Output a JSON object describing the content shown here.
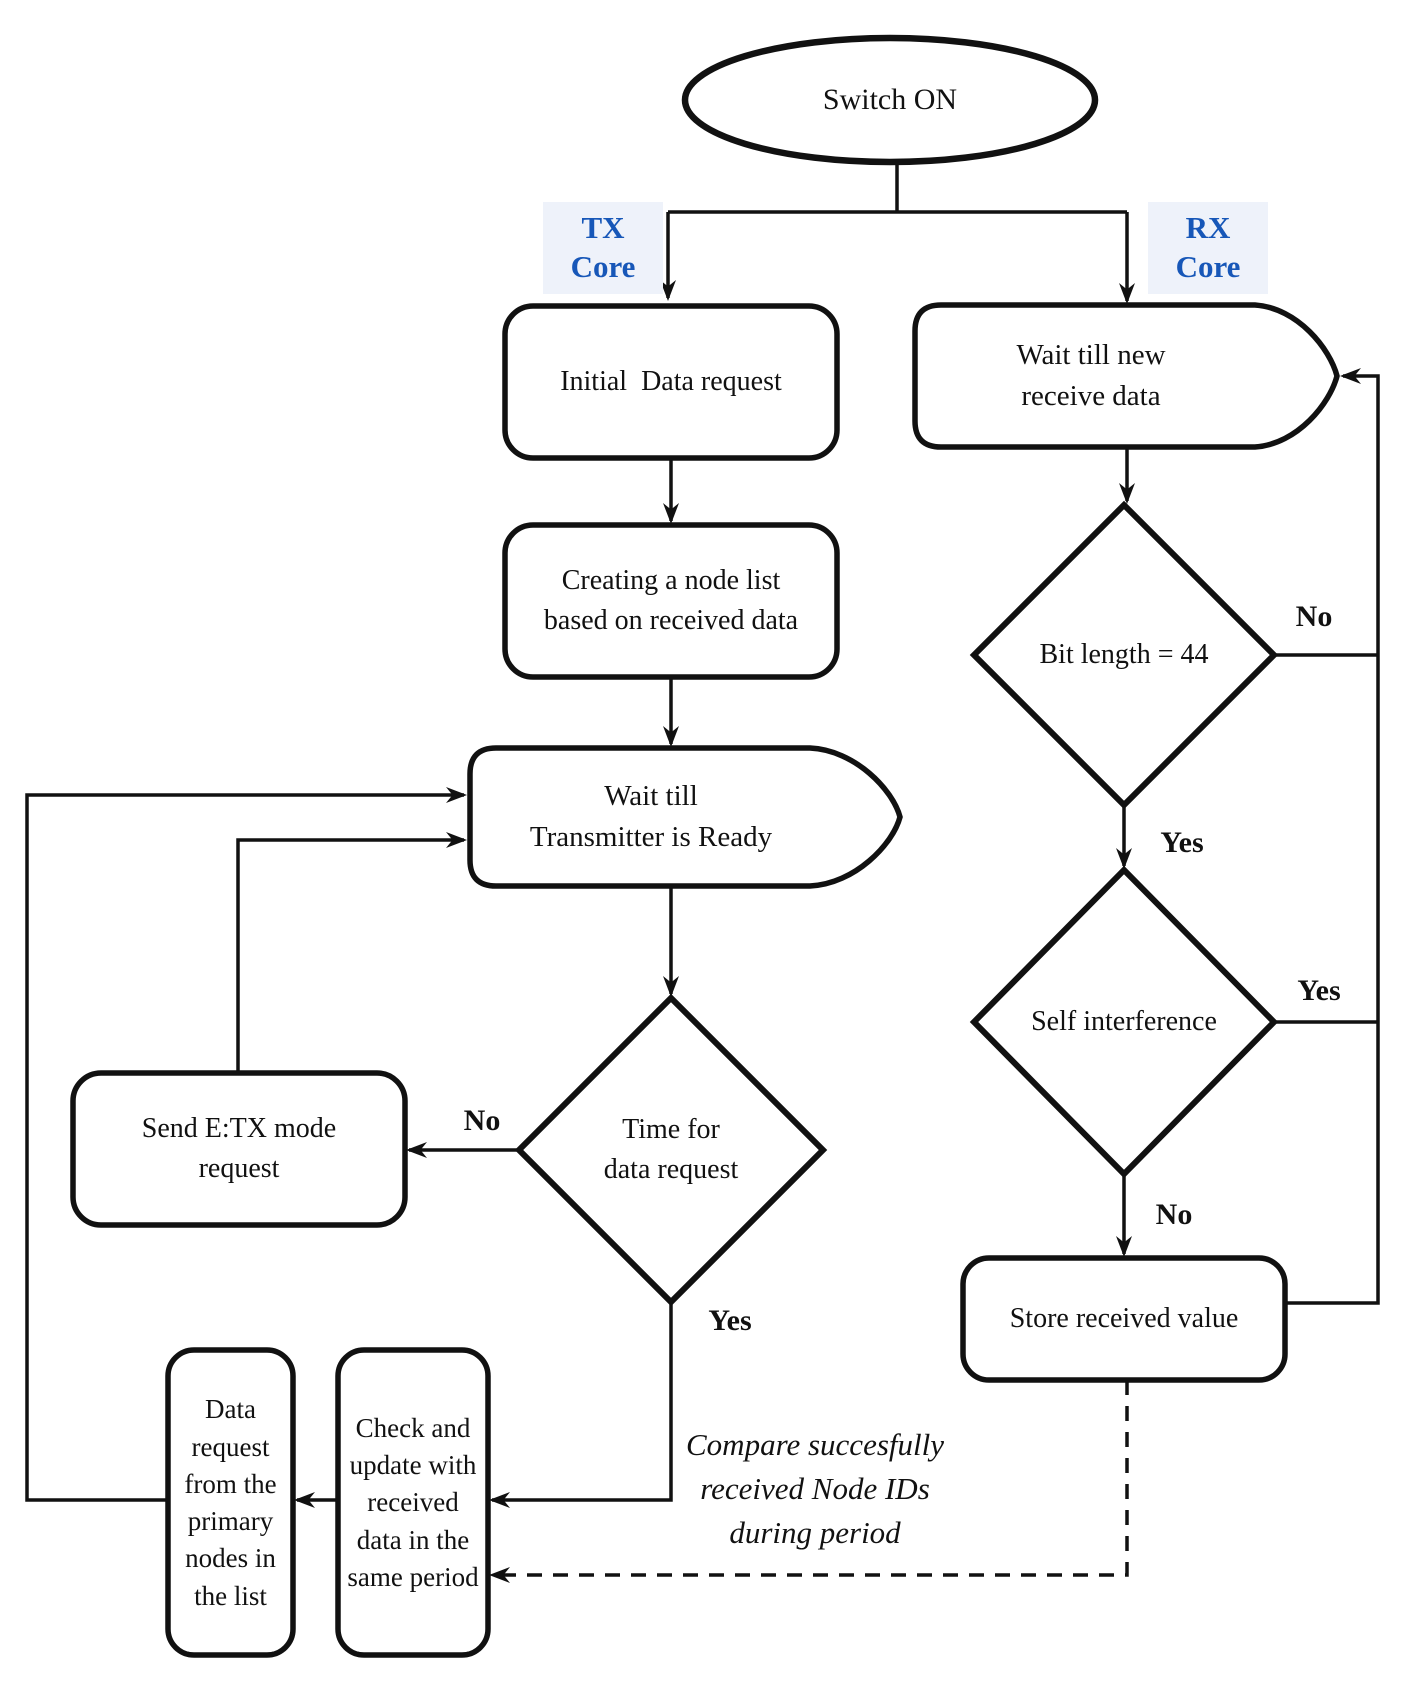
{
  "colors": {
    "accent_blue": "#1757b8",
    "stroke": "#111111",
    "background": "#ffffff"
  },
  "lanes": {
    "tx": {
      "label": "TX\nCore"
    },
    "rx": {
      "label": "RX\nCore"
    }
  },
  "nodes": {
    "switch_on": {
      "type": "terminator",
      "label": "Switch ON"
    },
    "initial_request": {
      "type": "process",
      "label": "Initial  Data request"
    },
    "create_node_list": {
      "type": "process",
      "label": "Creating a node list\nbased on received data"
    },
    "wait_transmitter": {
      "type": "wait",
      "label": "Wait till\nTransmitter is Ready"
    },
    "time_for_request": {
      "type": "decision",
      "label": "Time for\ndata request"
    },
    "send_etx": {
      "type": "process",
      "label": "Send E:TX mode\nrequest"
    },
    "check_update": {
      "type": "process",
      "label": "Check and\nupdate with\nreceived\ndata in the\nsame period"
    },
    "data_request_primary": {
      "type": "process",
      "label": "Data\nrequest\nfrom the\nprimary\nnodes in\nthe list"
    },
    "wait_receive": {
      "type": "wait",
      "label": "Wait till new\nreceive data"
    },
    "bit_length": {
      "type": "decision",
      "label": "Bit length = 44"
    },
    "self_interference": {
      "type": "decision",
      "label": "Self interference"
    },
    "store_value": {
      "type": "process",
      "label": "Store received value"
    }
  },
  "edge_labels": {
    "time_no": "No",
    "time_yes": "Yes",
    "bit_no": "No",
    "bit_yes": "Yes",
    "self_yes": "Yes",
    "self_no": "No"
  },
  "note": {
    "text": "Compare succesfully\nreceived Node IDs\nduring period"
  }
}
